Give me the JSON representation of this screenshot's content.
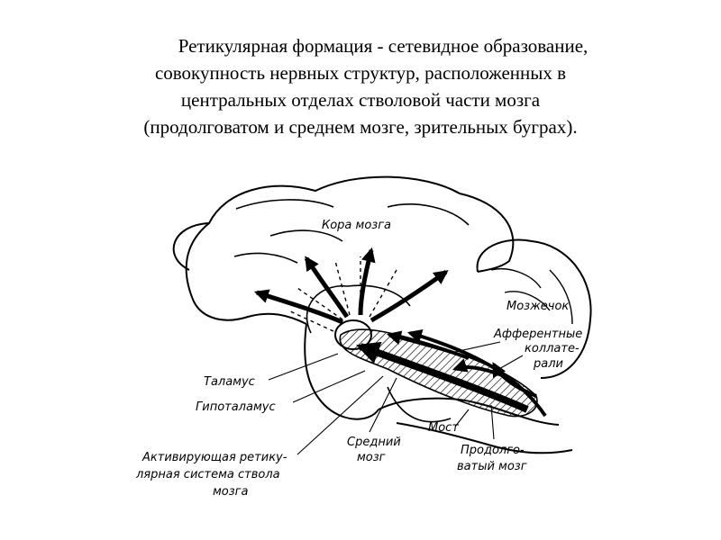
{
  "intro": {
    "lines": [
      "Ретикулярная формация - сетевидное образование,",
      "совокупность нервных структур, расположенных в",
      "центральных отделах стволовой части мозга",
      "(продолговатом и среднем мозге, зрительных буграх)."
    ]
  },
  "labels": {
    "cortex": "Кора мозга",
    "cerebellum": "Мозжечок",
    "afferent": [
      "Афферентные",
      "коллате-",
      "рали"
    ],
    "thalamus": "Таламус",
    "hypothalamus": "Гипоталамус",
    "pons": "Мост",
    "midbrain": [
      "Средний",
      "мозг"
    ],
    "medulla": [
      "Продолго-",
      "ватый мозг"
    ],
    "activating_system": [
      "Активирующая ретику-",
      "лярная система ствола",
      "мозга"
    ]
  }
}
